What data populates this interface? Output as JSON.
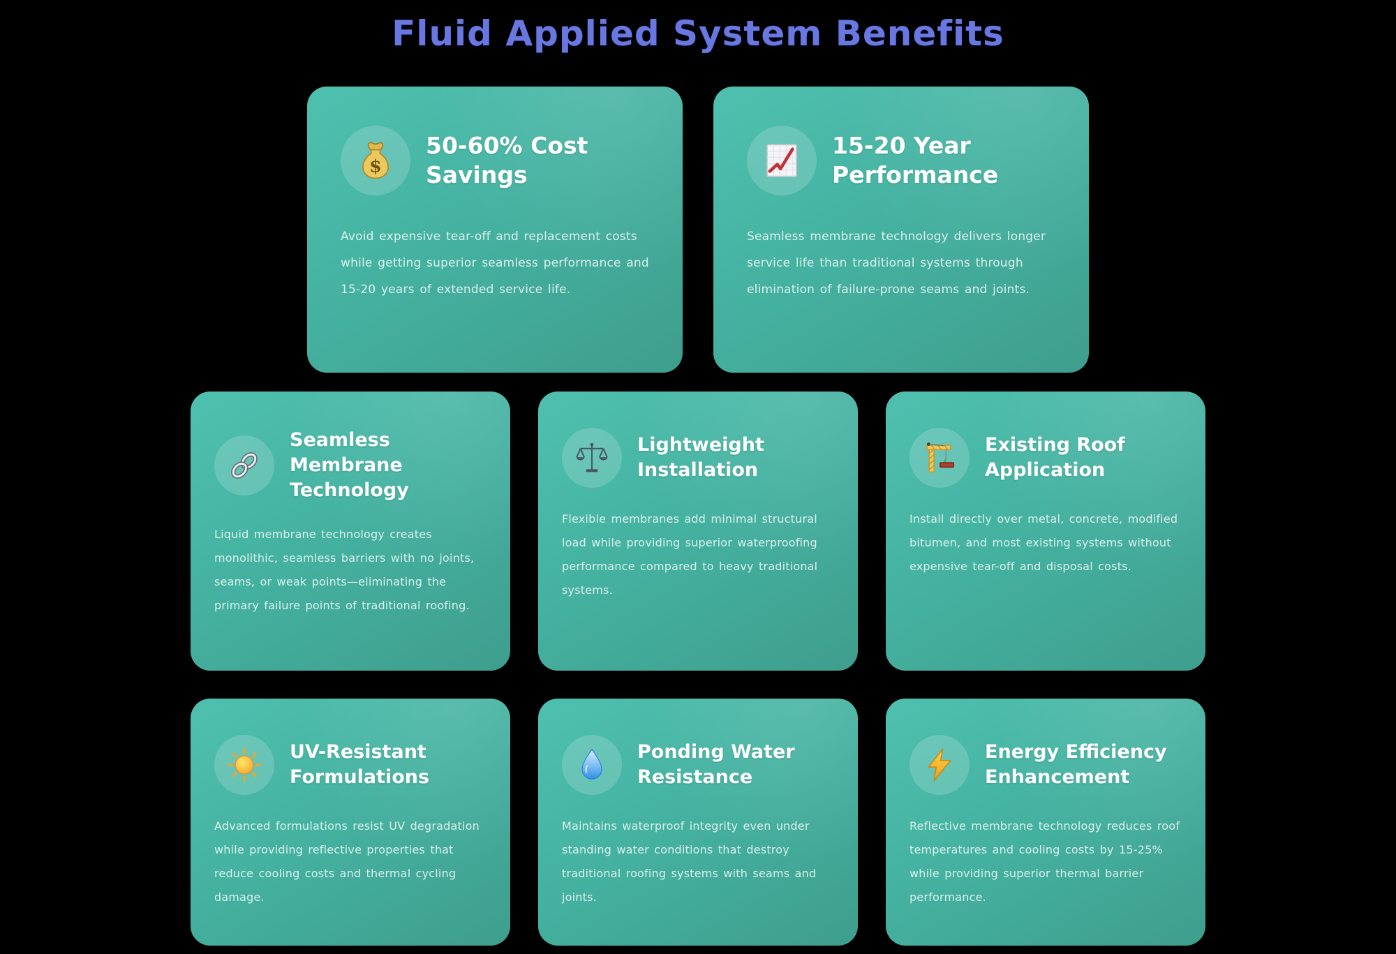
{
  "page": {
    "title": "Fluid Applied System Benefits",
    "background_color": "#000000",
    "title_color": "#6978e1",
    "card_gradient_top": "#4fc0af",
    "card_gradient_bottom": "#3f9e8d",
    "heading_color": "#ffffff",
    "body_text_color": "#dff4ef"
  },
  "cards": [
    {
      "icon": "money-bag-icon",
      "title": "50-60% Cost Savings",
      "description": "Avoid expensive tear-off and replacement costs while getting superior seamless performance and 15-20 years of extended service life."
    },
    {
      "icon": "chart-increasing-icon",
      "title": "15-20 Year Performance",
      "description": "Seamless membrane technology delivers longer service life than traditional systems through elimination of failure-prone seams and joints."
    },
    {
      "icon": "link-icon",
      "title": "Seamless Membrane Technology",
      "description": "Liquid membrane technology creates monolithic, seamless barriers with no joints, seams, or weak points—eliminating the primary failure points of traditional roofing."
    },
    {
      "icon": "balance-scale-icon",
      "title": "Lightweight Installation",
      "description": "Flexible membranes add minimal structural load while providing superior waterproofing performance compared to heavy traditional systems."
    },
    {
      "icon": "crane-icon",
      "title": "Existing Roof Application",
      "description": "Install directly over metal, concrete, modified bitumen, and most existing systems without expensive tear-off and disposal costs."
    },
    {
      "icon": "sun-icon",
      "title": "UV-Resistant Formulations",
      "description": "Advanced formulations resist UV degradation while providing reflective properties that reduce cooling costs and thermal cycling damage."
    },
    {
      "icon": "droplet-icon",
      "title": "Ponding Water Resistance",
      "description": "Maintains waterproof integrity even under standing water conditions that destroy traditional roofing systems with seams and joints."
    },
    {
      "icon": "lightning-icon",
      "title": "Energy Efficiency Enhancement",
      "description": "Reflective membrane technology reduces roof temperatures and cooling costs by 15-25% while providing superior thermal barrier performance."
    }
  ]
}
